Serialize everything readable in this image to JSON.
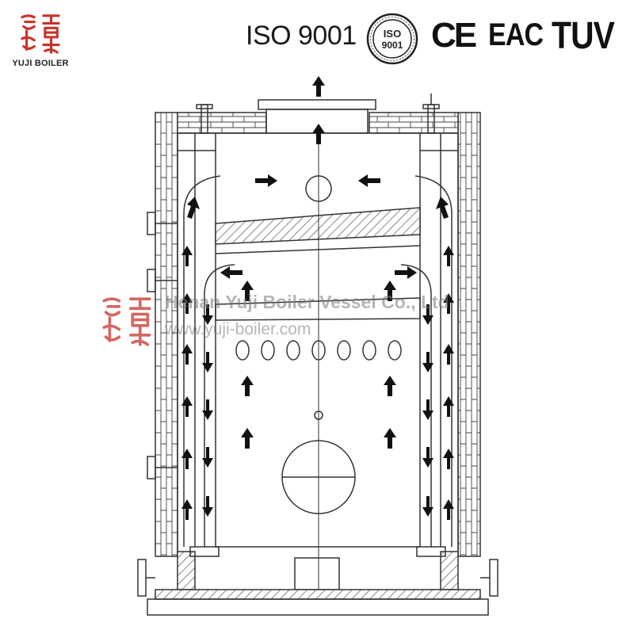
{
  "brand": {
    "logo_text": "YUJI BOILER",
    "seal_color": "#c8332b"
  },
  "certifications": {
    "iso": "ISO 9001",
    "iso_seal_inner": "ISO",
    "iso_seal_number": "9001",
    "ce": "CE",
    "eac": "EAC",
    "tuv": "TUV"
  },
  "watermark": {
    "company": "Henan Yuji Boiler Vessel Co., Ltd",
    "url": "www.yuji-boiler.com"
  },
  "diagram": {
    "line_color": "#333333",
    "arrow_color": "#111111",
    "hatch_color": "#555555"
  }
}
